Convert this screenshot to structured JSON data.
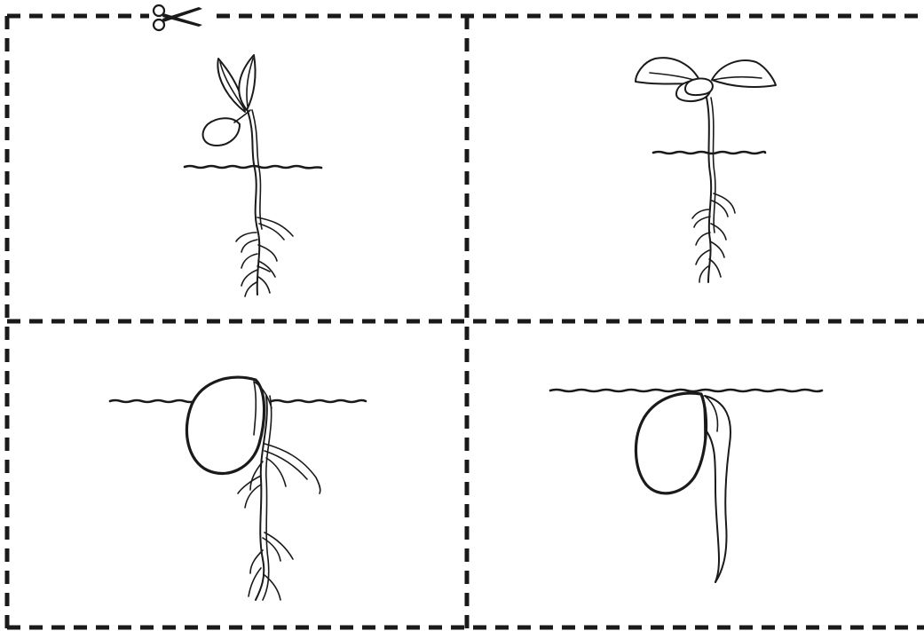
{
  "worksheet": {
    "panels": [
      {
        "id": "seedling-with-leaves"
      },
      {
        "id": "seedling-open-leaves"
      },
      {
        "id": "seed-with-roots"
      },
      {
        "id": "seed-first-root"
      }
    ],
    "icons": {
      "cut_marker": "scissors-icon"
    },
    "colors": {
      "line": "#1a1a1a",
      "paper": "#ffffff"
    }
  }
}
